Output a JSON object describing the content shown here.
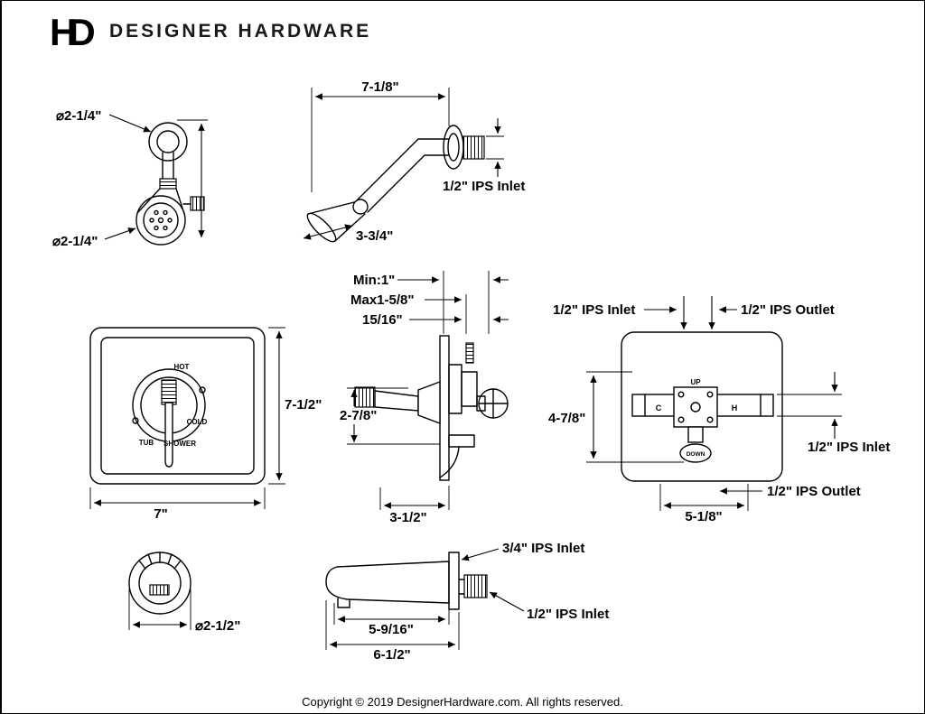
{
  "palette": {
    "line_color": "#000000",
    "background": "#ffffff"
  },
  "header": {
    "logo_text": "HD",
    "brand": "DESIGNER HARDWARE"
  },
  "footer": {
    "copyright": "Copyright © 2019 DesignerHardware.com. All rights reserved."
  },
  "showerhead": {
    "dia_top": "⌀2-1/4\"",
    "dia_face": "⌀2-1/4\""
  },
  "arm": {
    "length": "7-1/8\"",
    "head_length": "3-3/4\"",
    "inlet": "1/2\" IPS Inlet"
  },
  "trim": {
    "hot": "HOT",
    "cold": "COLD",
    "tub": "TUB",
    "shower": "SHOWER",
    "height": "7-1/2\"",
    "width": "7\""
  },
  "valve_side": {
    "min": "Min:1\"",
    "max": "Max1-5/8\"",
    "depth": "15/16\"",
    "height": "2-7/8\"",
    "width": "3-1/2\""
  },
  "rough_in": {
    "inlet_top": "1/2\" IPS Inlet",
    "outlet_top": "1/2\" IPS Outlet",
    "inlet_right": "1/2\" IPS Inlet",
    "outlet_bottom": "1/2\" IPS Outlet",
    "height": "4-7/8\"",
    "width": "5-1/8\"",
    "up": "UP",
    "down": "DOWN",
    "cold": "C",
    "hot": "H"
  },
  "flange": {
    "dia": "⌀2-1/2\""
  },
  "spout": {
    "inlet_top": "3/4\" IPS Inlet",
    "inlet_back": "1/2\" IPS Inlet",
    "reach": "5-9/16\"",
    "length": "6-1/2\""
  }
}
